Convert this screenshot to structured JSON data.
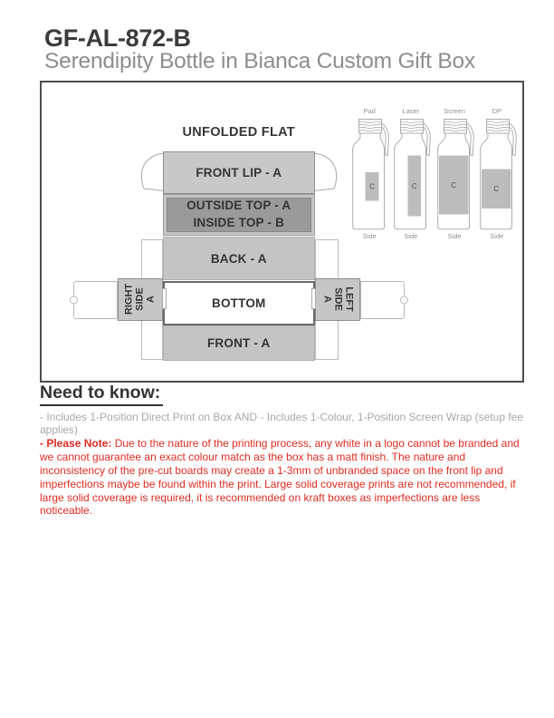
{
  "header": {
    "title": "GF-AL-872-B",
    "subtitle": "Serendipity Bottle in Bianca Custom Gift Box"
  },
  "diagram": {
    "heading": "UNFOLDED FLAT",
    "panels": {
      "front_lip": "FRONT LIP - A",
      "outside_top": "OUTSIDE TOP - A",
      "inside_top": "INSIDE TOP - B",
      "back": "BACK - A",
      "bottom": "BOTTOM",
      "front": "FRONT - A",
      "right_side_tab": "RIGHT\nSIDE\nA",
      "left_side_tab": "LEFT\nSIDE\nA"
    },
    "bottles": [
      {
        "method": "Pad",
        "print_mark": "C",
        "side_label": "Side",
        "print_area": "small"
      },
      {
        "method": "Laser",
        "print_mark": "C",
        "side_label": "Side",
        "print_area": "tall"
      },
      {
        "method": "Screen",
        "print_mark": "C",
        "side_label": "Side",
        "print_area": "wide"
      },
      {
        "method": "DP",
        "print_mark": "C",
        "side_label": "Side",
        "print_area": "medium"
      }
    ]
  },
  "need_to_know": {
    "heading": "Need to know:",
    "includes_note": "- Includes 1-Position Direct Print on Box AND - Includes 1-Colour, 1-Position Screen Wrap (setup fee\napplies)",
    "note_prefix": "- Please Note:",
    "note_body": "Due to the nature of the printing process, any white in a logo cannot be branded and\nwe cannot guarantee an exact colour match as the box has a matt finish. The nature and\ninconsistency of the pre-cut boards may create a 1-3mm of unbranded space on the front lip and\nimperfections maybe be found within the print. Large solid coverage prints are not recommended, if\nlarge solid coverage is required, it is recommended on kraft boxes as imperfections are less\nnoticeable."
  },
  "colors": {
    "note_red": "#df2b20",
    "panel_gray": "#c5c5c5",
    "panel_dark_gray": "#9a9a9a",
    "text_dark": "#363636"
  }
}
